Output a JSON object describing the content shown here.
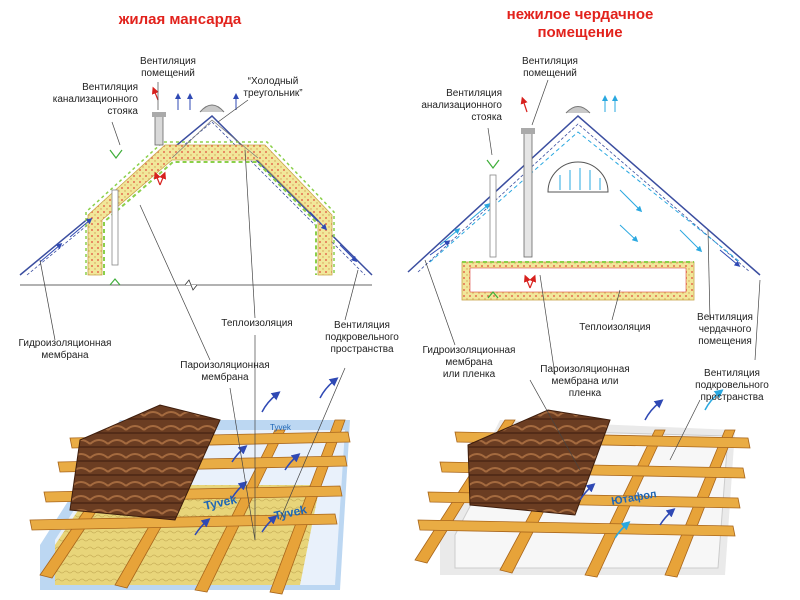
{
  "left": {
    "title": "жилая мансарда",
    "labels": {
      "room_vent": "Вентиляция\nпомещений",
      "sewer_vent": "Вентиляция\nканализационного\nстояка",
      "cold_triangle": "“Холодный\nтреугольник”",
      "insulation": "Теплоизоляция",
      "underroof_vent": "Вентиляция\nподкровельного\nпространства",
      "waterproof": "Гидроизоляционная\nмембрана",
      "vapor": "Пароизоляционная\nмембрана"
    },
    "membrane_brand": [
      "Tyvek",
      "Tyvek",
      "Tyvek"
    ]
  },
  "right": {
    "title": "нежилое чердачное\nпомещение",
    "labels": {
      "room_vent": "Вентиляция\nпомещений",
      "sewer_vent": "Вентиляция\nанализационного\nстояка",
      "insulation": "Теплоизоляция",
      "attic_vent": "Вентиляция\nчердачного\nпомещения",
      "waterproof": "Гидроизоляционная\nмембрана\nили пленка",
      "vapor": "Пароизоляционная\nмембрана или\nпленка",
      "underroof_vent": "Вентиляция\nподкровельного\nпространства"
    },
    "membrane_brand": [
      "Ютафол"
    ]
  },
  "colors": {
    "title": "#e2221c",
    "insulation": "#f1e79a",
    "insulation_dots": "#e04a3a",
    "green_vapor": "#8bd04a",
    "arrow_blue": "#2f49b4",
    "arrow_red": "#d7201d",
    "wood": "#e7a339",
    "tile": "#7a4a2a",
    "roof_line": "#3b4ea0"
  }
}
